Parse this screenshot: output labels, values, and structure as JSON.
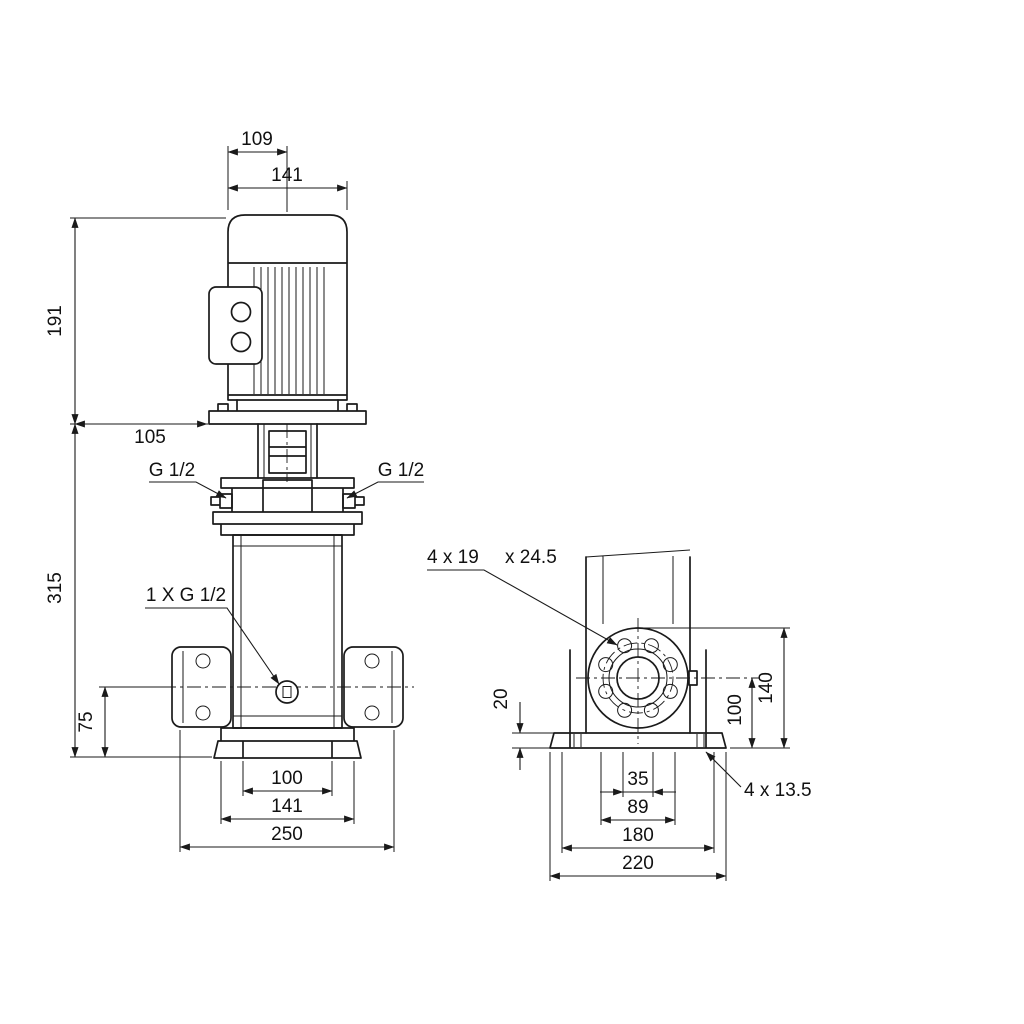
{
  "colors": {
    "line": "#1a1a1a",
    "background": "#ffffff"
  },
  "front_view": {
    "dim_top_109": "109",
    "dim_top_141": "141",
    "dim_motor_height_191": "191",
    "dim_offset_105": "105",
    "dim_pump_height_315": "315",
    "dim_port_height_75": "75",
    "plug_left": "G 1/2",
    "plug_right": "G 1/2",
    "drain_plug": "1 X G 1/2",
    "dim_base_100": "100",
    "dim_base_141": "141",
    "dim_base_250": "250"
  },
  "side_view": {
    "flange_holes_4x19": "4 x 19",
    "flange_spotface_24_5": "x 24.5",
    "dim_base_thickness_20": "20",
    "dim_port_center_100": "100",
    "dim_flange_top_140": "140",
    "dim_35": "35",
    "dim_89": "89",
    "dim_180": "180",
    "dim_220": "220",
    "base_holes_4x13_5": "4 x 13.5"
  }
}
